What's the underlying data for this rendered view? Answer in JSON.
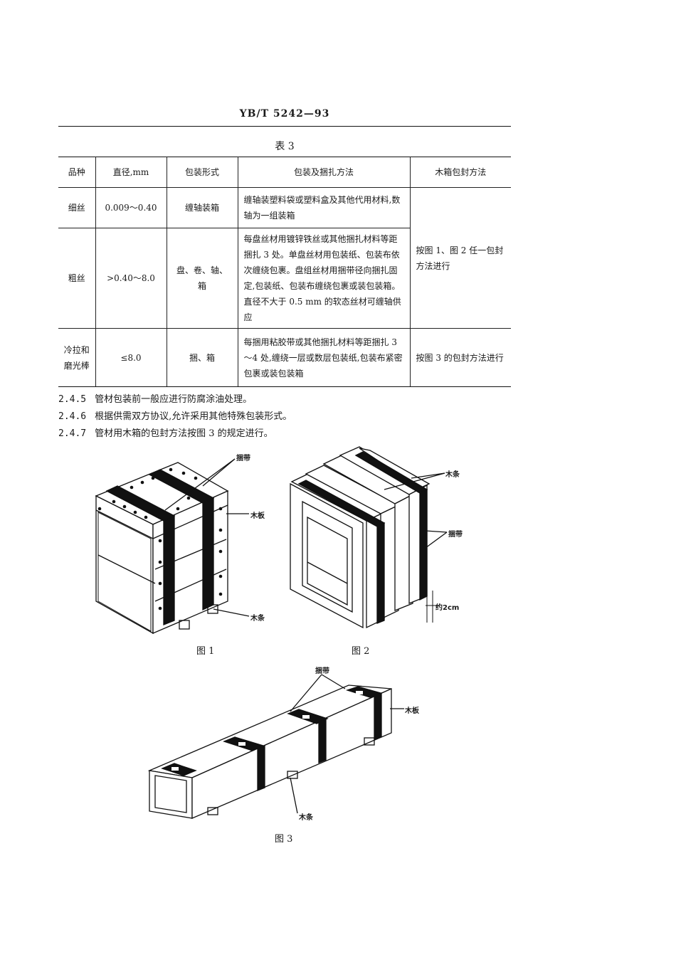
{
  "header": {
    "doc_code": "YB/T 5242—93"
  },
  "table": {
    "caption": "表 3",
    "headers": [
      "品种",
      "直径,mm",
      "包装形式",
      "包装及捆扎方法",
      "木箱包封方法"
    ],
    "rows": [
      {
        "variety": "细丝",
        "diameter": "0.009～0.40",
        "form": "缠轴装箱",
        "method": "缠轴装塑料袋或塑料盒及其他代用材料,数轴为一组装箱"
      },
      {
        "variety": "粗丝",
        "diameter": ">0.40～8.0",
        "form": "盘、卷、轴、箱",
        "method": "每盘丝材用镀锌铁丝或其他捆扎材料等距捆扎 3 处。单盘丝材用包装纸、包装布依次缠绕包裹。盘组丝材用捆带径向捆扎固定,包装纸、包装布缠绕包裹或装包装箱。直径不大于 0.5 mm 的软态丝材可缠轴供应"
      },
      {
        "variety": "冷拉和磨光棒",
        "diameter": "≤8.0",
        "form": "捆、箱",
        "method": "每捆用粘胶带或其他捆扎材料等距捆扎 3～4 处,缠绕一层或数层包装纸,包装布紧密包裹或装包装箱",
        "box_method": "按图 3 的包封方法进行"
      }
    ],
    "merged_box_method": "按图 1、图 2 任一包封方法进行"
  },
  "paragraphs": [
    {
      "num": "2.4.5",
      "text": "管材包装前一般应进行防腐涂油处理。"
    },
    {
      "num": "2.4.6",
      "text": "根据供需双方协议,允许采用其他特殊包装形式。"
    },
    {
      "num": "2.4.7",
      "text": "管材用木箱的包封方法按图 3 的规定进行。"
    }
  ],
  "figures": {
    "fig1": {
      "label": "图 1",
      "strap": "捆带",
      "board": "木板",
      "batten": "木条"
    },
    "fig2": {
      "label": "图 2",
      "batten": "木条",
      "strap": "捆带",
      "gap": "约2cm"
    },
    "fig3": {
      "label": "图 3",
      "strap": "捆带",
      "board": "木板",
      "batten": "木条"
    }
  }
}
